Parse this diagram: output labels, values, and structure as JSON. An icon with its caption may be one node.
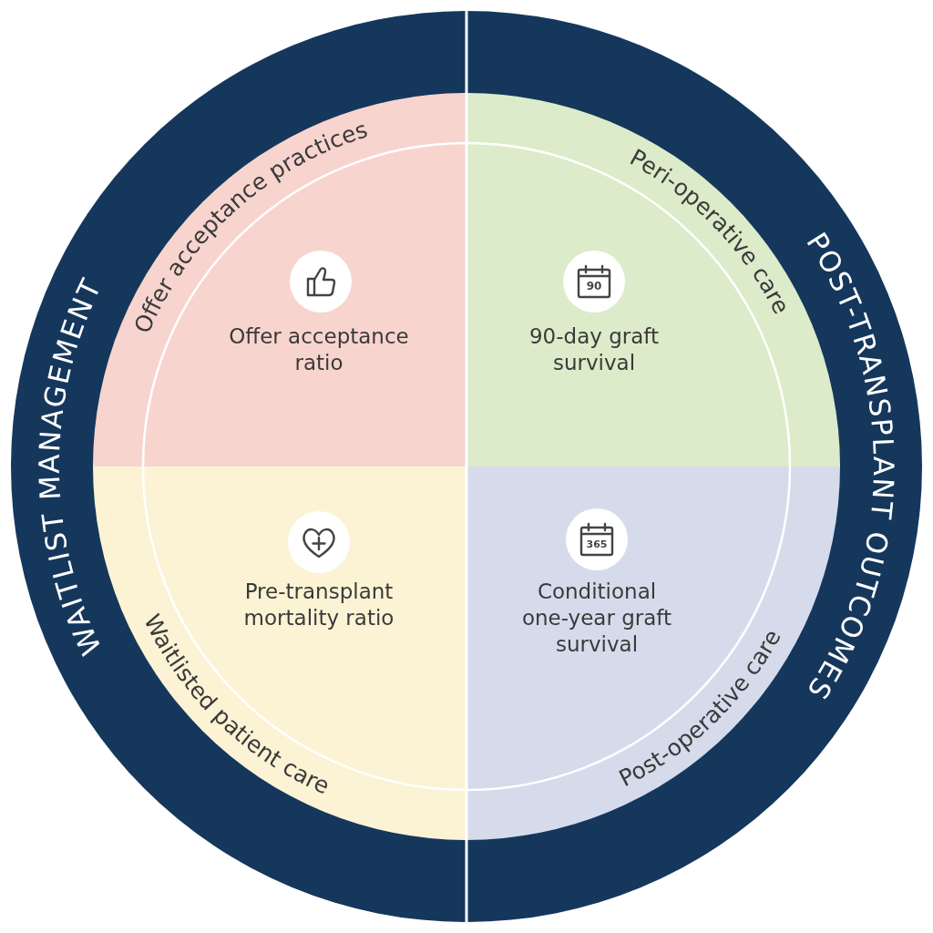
{
  "diagram": {
    "nodes": [
      {
        "text": [
          "WAITLIST MANAGEMENT"
        ]
      },
      {
        "text": [
          "Offer acceptance practices",
          "Offer acceptance ratio"
        ],
        "in": 0
      },
      {
        "text": [
          "Waitlisted patient care",
          "Pre-transplant mortality ratio"
        ],
        "in": 0
      },
      {
        "text": [
          "POST-TRANSPLANT OUTCOMES"
        ]
      },
      {
        "text": [
          "Peri-operative care",
          "90-day graft survival"
        ],
        "in": 3
      },
      {
        "text": [
          "Post-operative care",
          "Conditional one-year graft survival"
        ],
        "in": 3
      }
    ],
    "labels": [
      "90",
      "365"
    ]
  }
}
